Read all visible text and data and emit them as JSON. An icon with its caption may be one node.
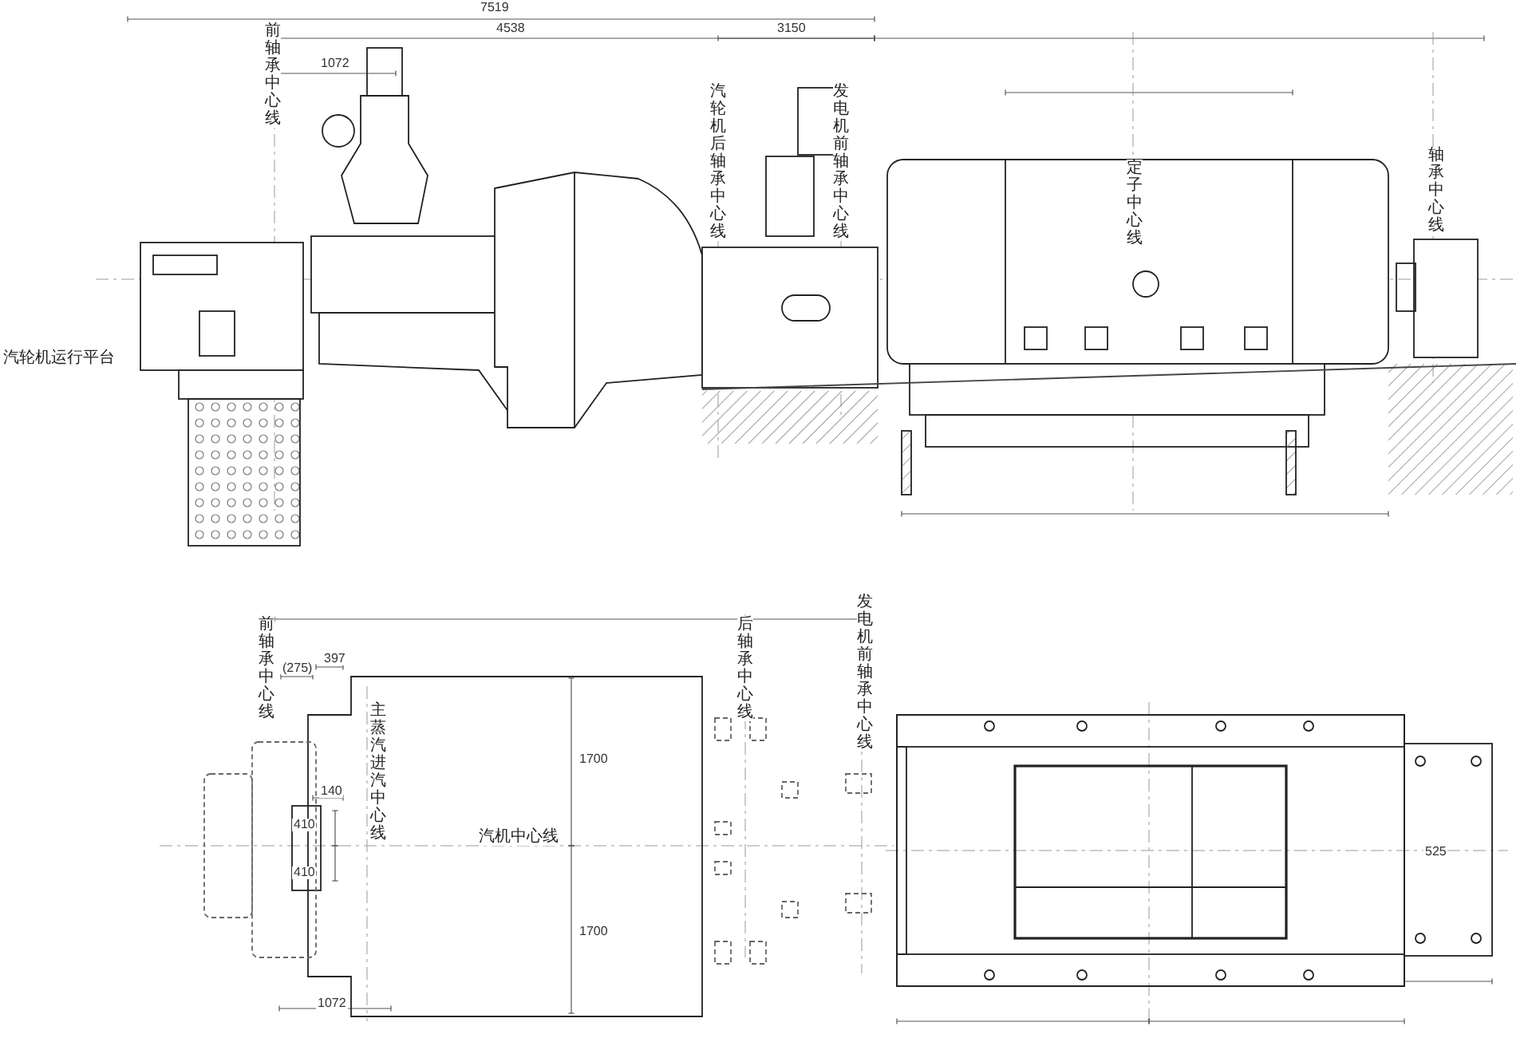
{
  "diagram": {
    "labels": [
      "7519",
      "4538",
      "1072",
      "前轴承中心线",
      "3150",
      "汽轮机后轴承中心线",
      "发电机前轴承中心线",
      "定子中心线",
      "轴承中心线",
      "汽轮机运行平台",
      "前轴承中心线",
      "(275)",
      "397",
      "主蒸汽进汽中心线",
      "140",
      "410",
      "410",
      "汽机中心线",
      "1700",
      "1700",
      "1072",
      "后轴承中心线",
      "发电机前轴承中心线",
      "525"
    ]
  }
}
